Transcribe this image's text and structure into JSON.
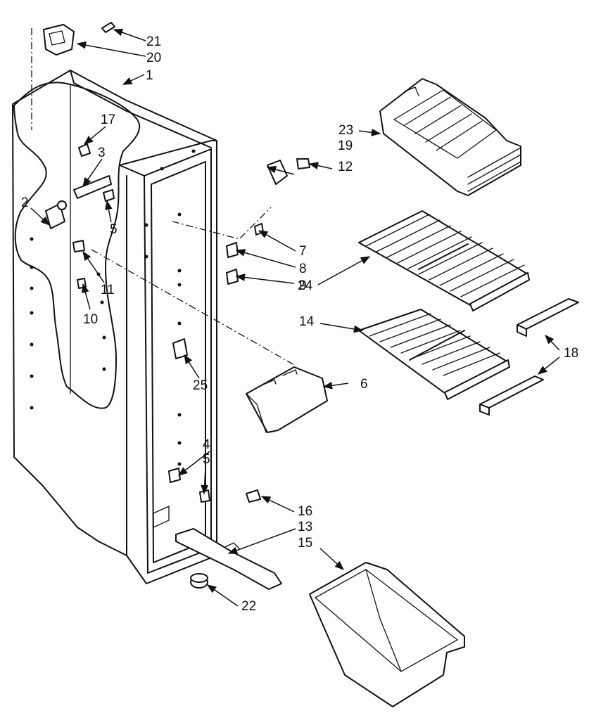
{
  "callouts": [
    {
      "id": "c1",
      "text": "1"
    },
    {
      "id": "c2",
      "text": "2"
    },
    {
      "id": "c3",
      "text": "3"
    },
    {
      "id": "c4",
      "text": "4"
    },
    {
      "id": "c5a",
      "text": "5"
    },
    {
      "id": "c5b",
      "text": "5"
    },
    {
      "id": "c6",
      "text": "6"
    },
    {
      "id": "c7",
      "text": "7"
    },
    {
      "id": "c8",
      "text": "8"
    },
    {
      "id": "c9",
      "text": "9"
    },
    {
      "id": "c10",
      "text": "10"
    },
    {
      "id": "c11",
      "text": "11"
    },
    {
      "id": "c12",
      "text": "12"
    },
    {
      "id": "c13",
      "text": "13"
    },
    {
      "id": "c14",
      "text": "14"
    },
    {
      "id": "c15",
      "text": "15"
    },
    {
      "id": "c16",
      "text": "16"
    },
    {
      "id": "c17",
      "text": "17"
    },
    {
      "id": "c18",
      "text": "18"
    },
    {
      "id": "c19",
      "text": "19"
    },
    {
      "id": "c20",
      "text": "20"
    },
    {
      "id": "c21",
      "text": "21"
    },
    {
      "id": "c22",
      "text": "22"
    },
    {
      "id": "c23",
      "text": "23"
    },
    {
      "id": "c24",
      "text": "24"
    },
    {
      "id": "c25",
      "text": "25"
    }
  ]
}
